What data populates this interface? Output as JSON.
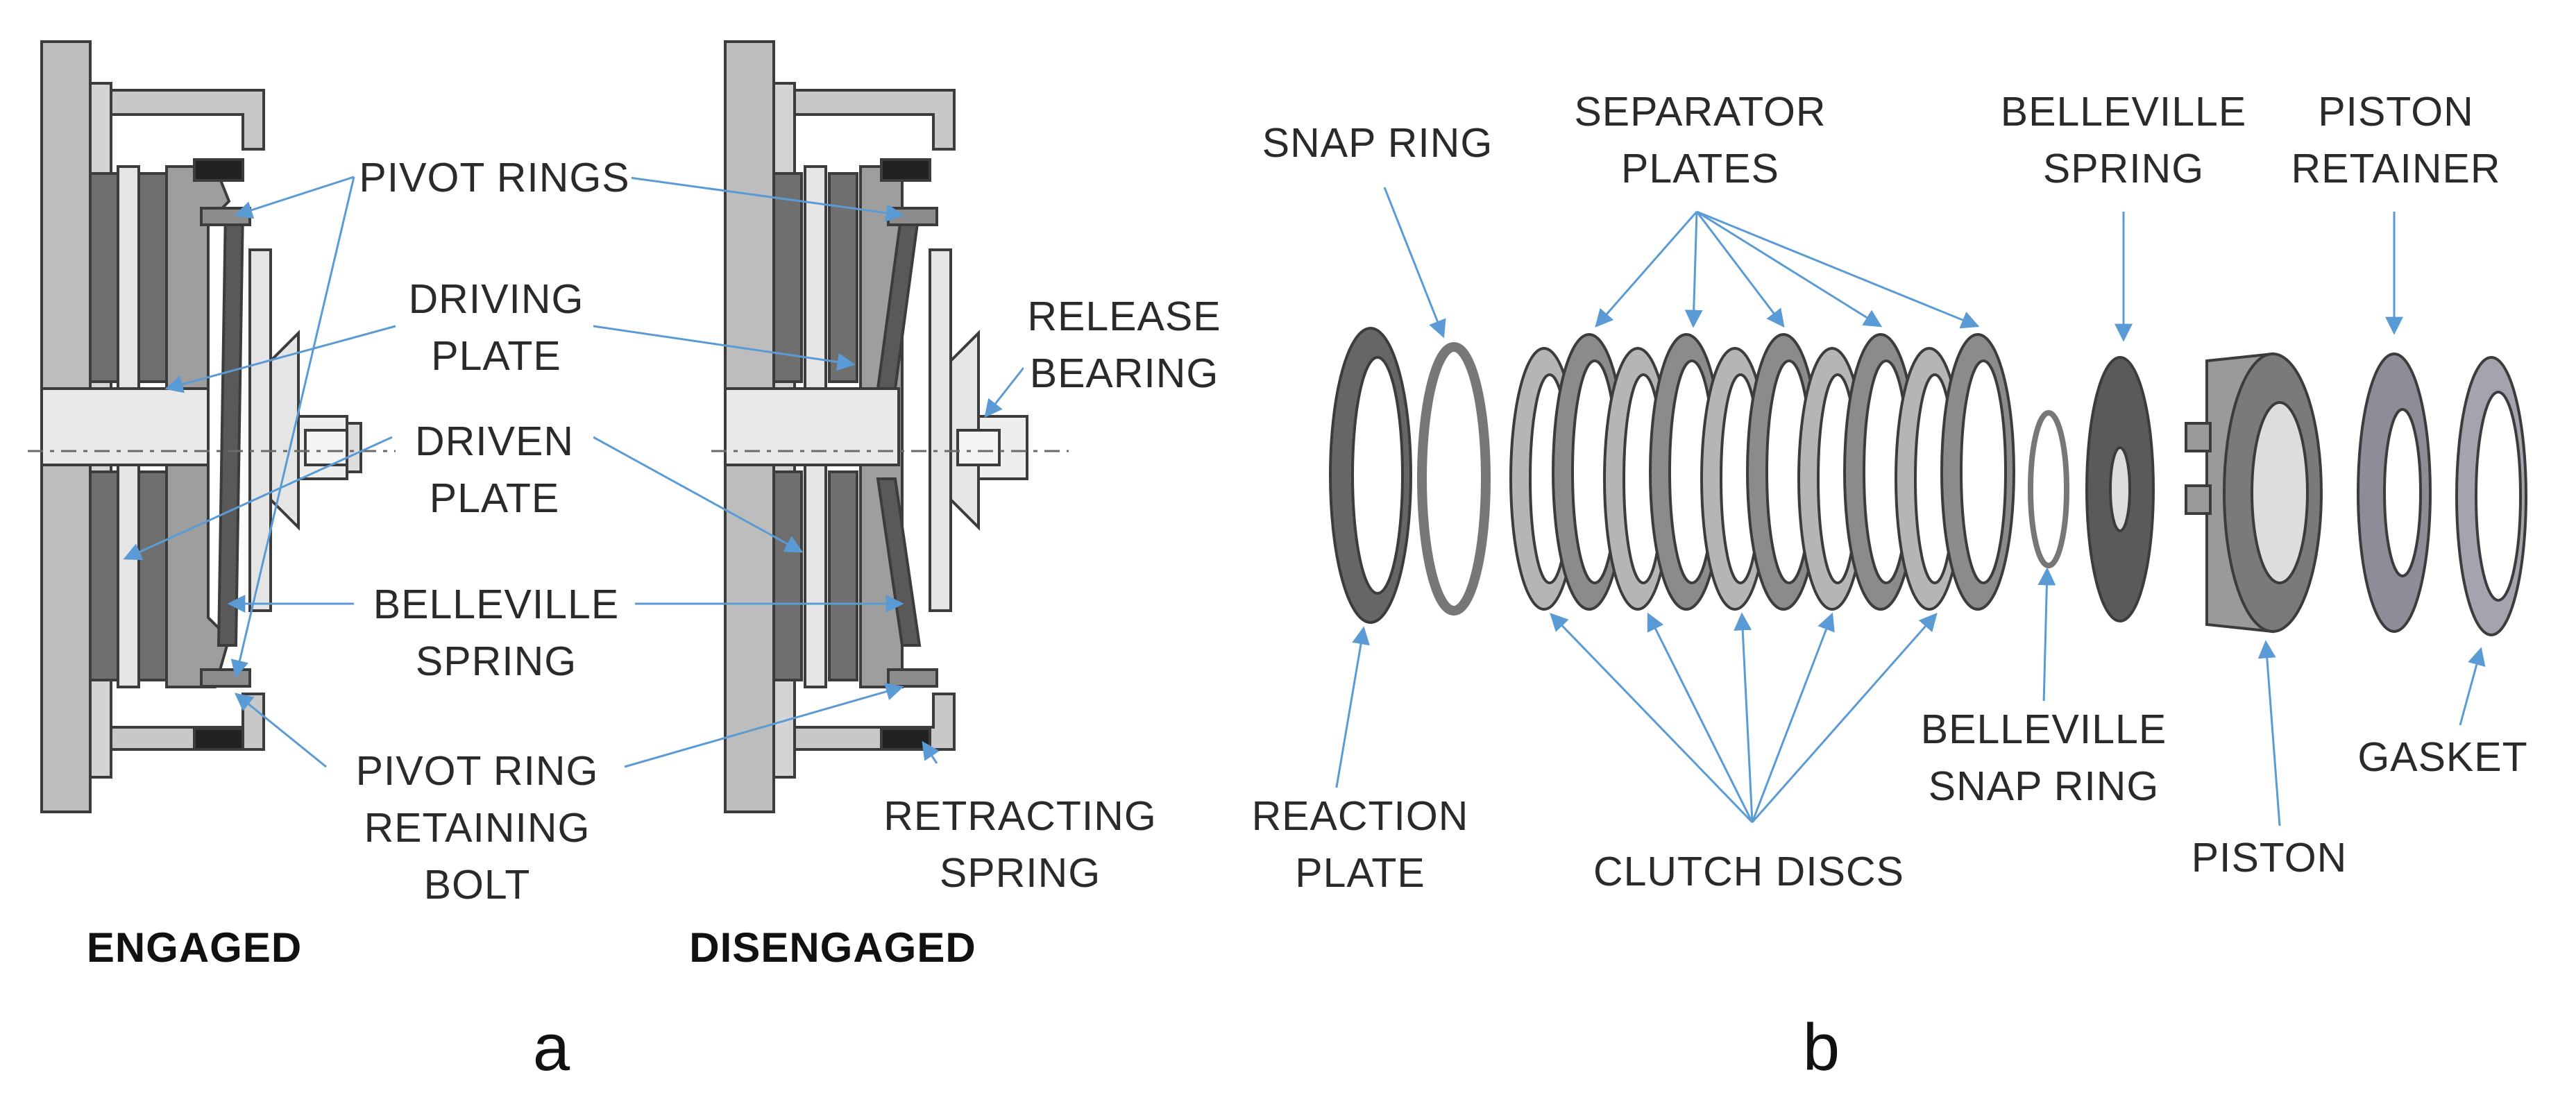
{
  "colors": {
    "leader": "#5b9bd5",
    "part_fill": "#d4d4d4",
    "part_dark": "#6f6f6f",
    "part_mid": "#9e9e9e",
    "outline": "#3c3c3c"
  },
  "panel_a": {
    "label": "a",
    "engaged_caption": "ENGAGED",
    "disengaged_caption": "DISENGAGED",
    "pivot_rings": "PIVOT RINGS",
    "driving_plate": "DRIVING\nPLATE",
    "driven_plate": "DRIVEN\nPLATE",
    "belleville_spring": "BELLEVILLE\nSPRING",
    "pivot_ring_bolt": "PIVOT RING\nRETAINING\nBOLT",
    "release_bearing": "RELEASE\nBEARING",
    "retracting_spring": "RETRACTING\nSPRING"
  },
  "panel_b": {
    "label": "b",
    "snap_ring": "SNAP RING",
    "separator_plates": "SEPARATOR\nPLATES",
    "belleville_spring": "BELLEVILLE\nSPRING",
    "piston_retainer": "PISTON\nRETAINER",
    "reaction_plate": "REACTION\nPLATE",
    "clutch_discs": "CLUTCH DISCS",
    "belleville_snap_ring": "BELLEVILLE\nSNAP RING",
    "piston": "PISTON",
    "gasket": "GASKET"
  }
}
